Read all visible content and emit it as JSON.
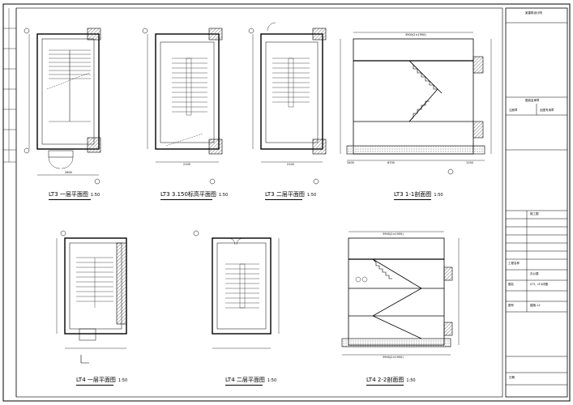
{
  "drawings": [
    {
      "id": "lt3-1f",
      "title": "LT3 一层平面图",
      "scale": "1:50"
    },
    {
      "id": "lt3-mid",
      "title": "LT3 3.150标高平面图",
      "scale": "1:50"
    },
    {
      "id": "lt3-2f",
      "title": "LT3 二层平面图",
      "scale": "1:50"
    },
    {
      "id": "lt3-sec",
      "title": "LT3 1-1剖面图",
      "scale": "1:50"
    },
    {
      "id": "lt4-1f",
      "title": "LT4 一层平面图",
      "scale": "1:50"
    },
    {
      "id": "lt4-2f",
      "title": "LT4 二层平面图",
      "scale": "1:50"
    },
    {
      "id": "lt4-sec",
      "title": "LT4 2-2剖面图",
      "scale": "1:50"
    }
  ],
  "dimensions": {
    "lt3_sec_top": "3900(2×1950)",
    "lt3_sec_bottom": "6700",
    "lt3_sec_left": "3400",
    "lt3_sec_right": "1150",
    "lt3_1f_width": "2600",
    "lt3_mid_width": "2100",
    "lt3_2f_width": "2100",
    "lt4_sec_top": "3900(2×1950)",
    "lt4_sec_bottom": "3900(2×1950)"
  },
  "title_block": {
    "company": "某建筑设计院",
    "project_label": "工程名称",
    "project": "办公楼",
    "drawing_label": "图名",
    "drawing": "LT3、LT4详图",
    "stage": "施工图",
    "sheet_label": "图号",
    "sheet": "建施-12",
    "note1": "图纸会审章",
    "note2": "注册章",
    "note3": "出图专用章",
    "date": "日期"
  },
  "colors": {
    "line": "#000000",
    "paper": "#ffffff",
    "hatch": "#555555"
  }
}
